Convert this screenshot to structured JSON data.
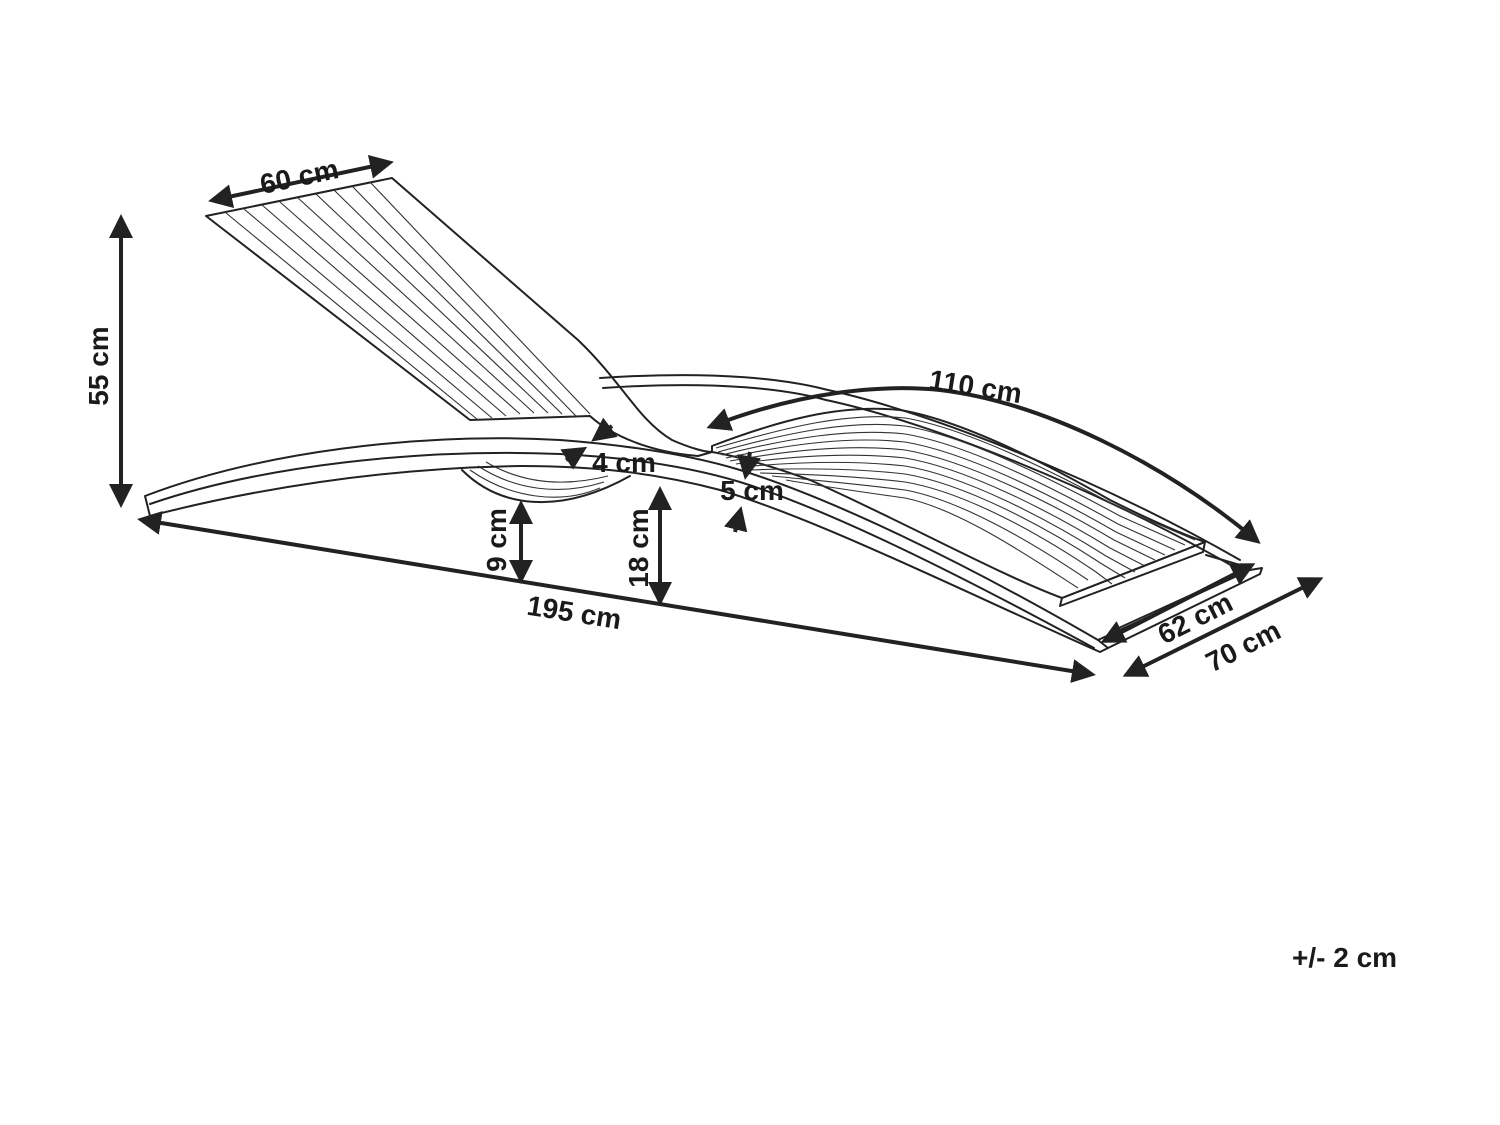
{
  "dimensions": {
    "backrest_width": "60 cm",
    "height": "55 cm",
    "seat_length": "110 cm",
    "slat_gap": "4 cm",
    "frame_thickness": "5 cm",
    "underside_clearance": "9 cm",
    "seat_height": "18 cm",
    "total_length": "195 cm",
    "seat_width": "62 cm",
    "total_width": "70 cm"
  },
  "tolerance": "+/- 2 cm"
}
